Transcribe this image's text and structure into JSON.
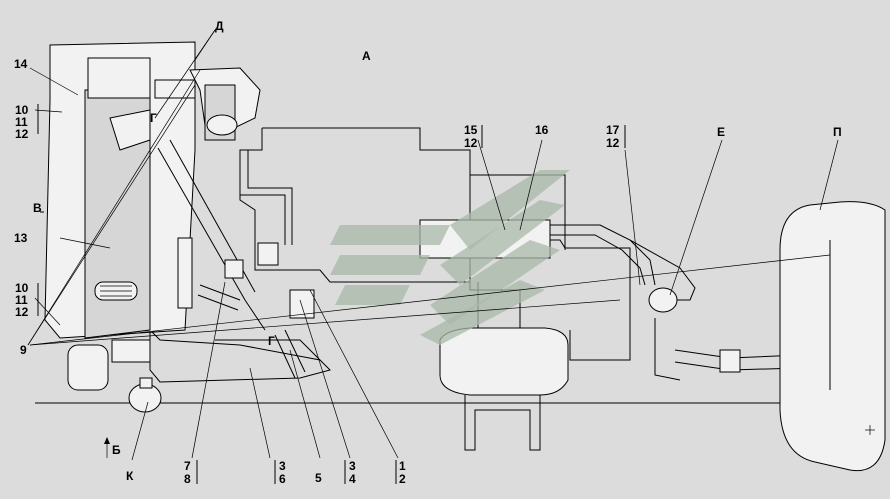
{
  "view_label": "А",
  "labels": {
    "d": "Д",
    "v": "В",
    "b": "Б",
    "k": "К",
    "e": "Е",
    "p": "П",
    "g1": "Г",
    "g2": "Г",
    "n14": "14",
    "n10a": "10",
    "n11a": "11",
    "n12a": "12",
    "n13": "13",
    "n10b": "10",
    "n11b": "11",
    "n12b": "12",
    "n9": "9",
    "n15": "15",
    "n12c": "12",
    "n16": "16",
    "n17": "17",
    "n12d": "12",
    "n7": "7",
    "n8": "8",
    "n3a": "3",
    "n6": "6",
    "n5": "5",
    "n3b": "3",
    "n4": "4",
    "n1": "1",
    "n2": "2"
  },
  "colors": {
    "line": "#000000",
    "background": "#dcdcdc",
    "watermark": "#a9b8a9"
  }
}
